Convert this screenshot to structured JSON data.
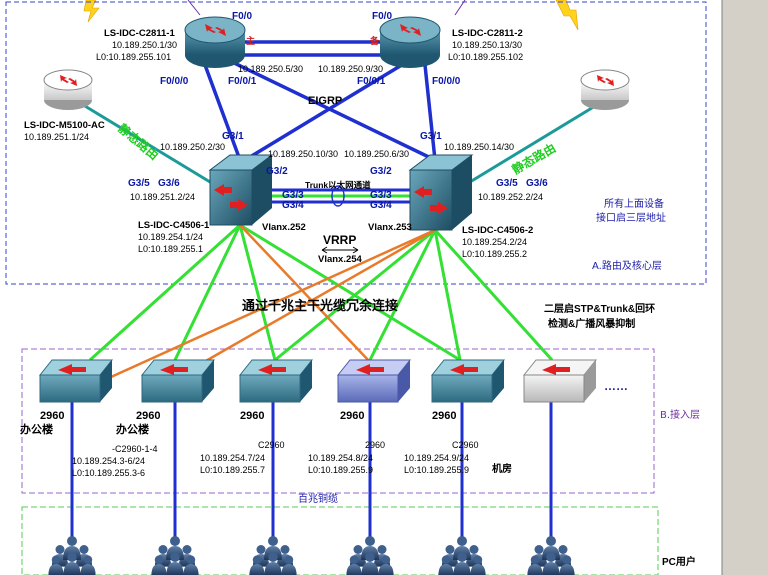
{
  "routers": {
    "main": {
      "name": "LS-IDC-C2811-1",
      "ip": "10.189.250.1/30",
      "loopback": "L0:10.189.255.101",
      "tag": "主",
      "port_top": "F0/0",
      "port_a": "F0/0/0",
      "port_b": "F0/0/1"
    },
    "backup": {
      "name": "LS-IDC-C2811-2",
      "ip": "10.189.250.13/30",
      "loopback": "L0:10.189.255.102",
      "tag": "备",
      "port_top": "F0/0",
      "port_a": "F0/0/1",
      "port_b": "F0/0/0"
    },
    "left_ext": {
      "name": "LS-IDC-M5100-AC",
      "ip": "10.189.251.1/24"
    }
  },
  "core": {
    "left": {
      "name": "LS-IDC-C4506-1",
      "ip": "10.189.254.1/24",
      "loopback": "L0:10.189.255.1",
      "vlan": "Vlanx.252"
    },
    "right": {
      "name": "LS-IDC-C4506-2",
      "ip": "10.189.254.2/24",
      "loopback": "L0:10.189.255.2",
      "vlan": "Vlanx.253"
    }
  },
  "links": {
    "r1_r1": "10.189.250.5/30",
    "r2_r2": "10.189.250.9/30",
    "c1_r1": "10.189.250.2/30",
    "c1_r2": "10.189.250.10/30",
    "c2_r1": "10.189.250.6/30",
    "c2_r2": "10.189.250.14/30",
    "left_static": "10.189.251.2/24",
    "right_static": "10.189.252.2/24",
    "static_route": "静态路由",
    "eigrp": "EIGRP",
    "trunk": "Trunk以太网通道",
    "vrrp": "VRRP",
    "vrrp_vlan": "Vlanx.254"
  },
  "ports": {
    "c1_g31": "G3/1",
    "c1_g32": "G3/2",
    "c1_g35": "G3/5",
    "c1_g36": "G3/6",
    "c2_g31": "G3/1",
    "c2_g32": "G3/2",
    "c2_g35": "G3/5",
    "c2_g36": "G3/6",
    "g33": "G3/3",
    "g34": "G3/4",
    "g33b": "G3/3",
    "g34b": "G3/4"
  },
  "notes": {
    "layer3": "所有上面设备",
    "layer3_b": "接口启三层地址",
    "section_a": "A.路由及核心层",
    "redundancy": "通过千兆主干光缆冗余连接",
    "stp": "二层启STP&Trunk&回环",
    "stp_b": "检测&广播风暴抑制",
    "section_b": "B.接入层",
    "copper": "百兆铜缆",
    "pc": "PC用户",
    "dots": "……"
  },
  "access": [
    {
      "model": "2960",
      "place": "办公楼"
    },
    {
      "model": "2960",
      "place": "办公楼"
    },
    {
      "model": "2960"
    },
    {
      "model": "2960"
    },
    {
      "model": "2960"
    }
  ],
  "access_info": [
    {
      "name": "-C2960-1-4",
      "ip": "10.189.254.3-6/24",
      "loopback": "L0:10.189.255.3-6"
    },
    {
      "name": "C2960",
      "ip": "10.189.254.7/24",
      "loopback": "L0:10.189.255.7"
    },
    {
      "name": "2960",
      "ip": "10.189.254.8/24",
      "loopback": "L0:10.189.255.9"
    },
    {
      "name": "C2960",
      "ip": "10.189.254.9/24",
      "loopback": "L0:10.189.255.9"
    }
  ],
  "room": "机房",
  "colors": {
    "fiber_blue": "#1f2fd0",
    "green_link": "#33e033",
    "orange_link": "#e87a2a",
    "core_teal": "#2a6b84",
    "border_blue": "#3344cc",
    "border_purple": "#9966cc",
    "border_green": "#55cc55"
  }
}
